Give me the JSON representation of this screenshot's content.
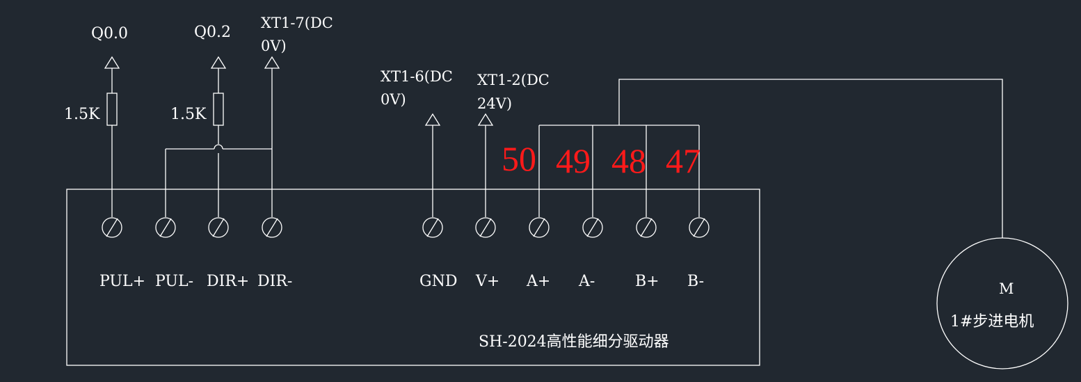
{
  "signals": {
    "q00": "Q0.0",
    "q02": "Q0.2",
    "xt1_7_a": "XT1-7(DC",
    "xt1_7_b": "0V)",
    "xt1_6_a": "XT1-6(DC",
    "xt1_6_b": "0V)",
    "xt1_2_a": "XT1-2(DC",
    "xt1_2_b": "24V)"
  },
  "resistors": {
    "r1": "1.5K",
    "r2": "1.5K"
  },
  "terminals": [
    "PUL+",
    "PUL-",
    "DIR+",
    "DIR-",
    "GND",
    "V+",
    "A+",
    "A-",
    "B+",
    "B-"
  ],
  "wire_numbers": [
    "50",
    "49",
    "48",
    "47"
  ],
  "driver": {
    "label": "SH-2024高性能细分驱动器"
  },
  "motor": {
    "symbol": "M",
    "label": "1#步进电机"
  },
  "colors": {
    "background": "#212830",
    "lines": "#ffffff",
    "wire_numbers": "#ff1a1a"
  }
}
